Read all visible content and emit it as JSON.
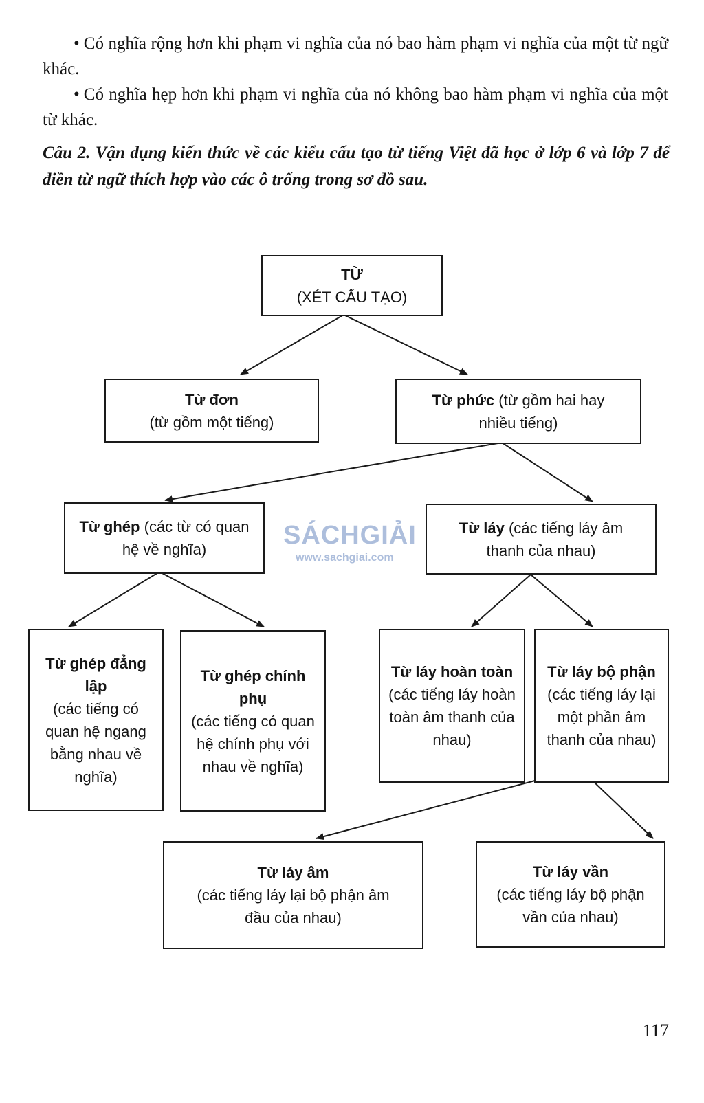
{
  "intro": {
    "bullet_char": "•",
    "line1": "Có nghĩa rộng hơn khi phạm vi nghĩa của nó bao hàm phạm vi nghĩa của một từ ngữ khác.",
    "line2": "Có nghĩa hẹp hơn khi phạm vi nghĩa của nó không bao hàm phạm vi nghĩa của một từ khác."
  },
  "question": "Câu 2. Vận dụng kiến thức về các kiểu cấu tạo từ tiếng Việt đã học ở lớp 6 và lớp 7 để điền từ ngữ thích hợp vào các ô trống trong sơ đồ sau.",
  "diagram": {
    "root": {
      "title": "TỪ",
      "desc": "(XÉT CẤU TẠO)"
    },
    "tu_don": {
      "title": "Từ đơn",
      "desc": "(từ gồm một tiếng)"
    },
    "tu_phuc": {
      "title": "Từ phức",
      "desc": " (từ gồm hai hay nhiều tiếng)"
    },
    "tu_ghep": {
      "title": "Từ ghép",
      "desc": " (các từ có quan hệ về nghĩa)"
    },
    "tu_lay": {
      "title": "Từ láy",
      "desc": " (các tiếng láy âm thanh của nhau)"
    },
    "ghep_dang_lap": {
      "title": "Từ ghép đẳng lập",
      "desc": "(các tiếng có quan hệ ngang bằng nhau về nghĩa)"
    },
    "ghep_chinh_phu": {
      "title": "Từ ghép chính phụ",
      "desc": "(các tiếng có quan hệ chính phụ với nhau về nghĩa)"
    },
    "lay_hoan_toan": {
      "title": "Từ láy hoàn toàn",
      "desc": "(các tiếng láy hoàn toàn âm thanh của nhau)"
    },
    "lay_bo_phan": {
      "title": "Từ láy bộ phận",
      "desc": "(các tiếng láy lại một phần âm thanh của nhau)"
    },
    "lay_am": {
      "title": "Từ láy âm",
      "desc": "(các tiếng láy lại bộ phận âm đầu của nhau)"
    },
    "lay_van": {
      "title": "Từ láy vần",
      "desc": "(các tiếng láy bộ phận vần của nhau)"
    }
  },
  "watermark": {
    "brand": "SÁCHGIẢI",
    "url": "www.sachgiai.com"
  },
  "page_number": "117"
}
